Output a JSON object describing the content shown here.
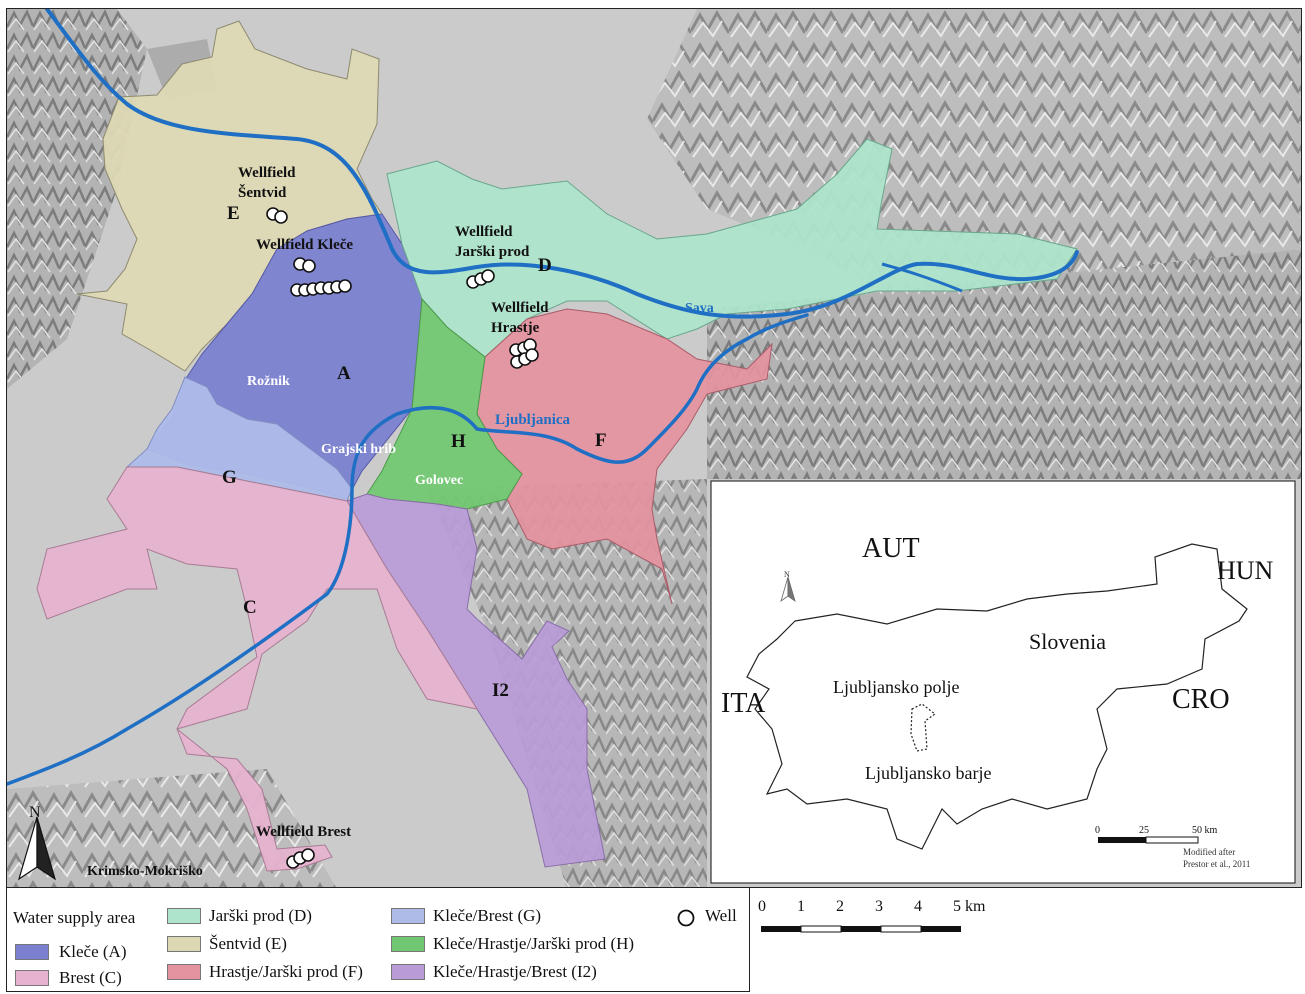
{
  "map": {
    "zone_letters": {
      "A": "A",
      "C": "C",
      "D": "D",
      "E": "E",
      "F": "F",
      "G": "G",
      "H": "H",
      "I2": "I2"
    },
    "wellfields": {
      "sentvid_line1": "Wellfield",
      "sentvid_line2": "Šentvid",
      "klece": "Wellfield Kleče",
      "jarski_line1": "Wellfield",
      "jarski_line2": "Jarški prod",
      "hrastje_line1": "Wellfield",
      "hrastje_line2": "Hrastje",
      "brest": "Wellfield Brest"
    },
    "places": {
      "roznik": "Rožnik",
      "grajski_hrib": "Grajski hrib",
      "golovec": "Golovec",
      "krimsko": "Krimsko-Mokriško"
    },
    "rivers": {
      "sava": "Sava",
      "ljubljanica": "Ljubljanica"
    },
    "north_label": "N",
    "colors": {
      "klece": "#7a7fd0",
      "brest": "#e6b2cf",
      "jarski": "#aee4cb",
      "sentvid": "#ddd8b4",
      "hrastje_jarski": "#e3929f",
      "klece_brest": "#aebbe9",
      "klece_hrastje_jarski": "#72c772",
      "klece_hrastje_brest": "#b99bd7",
      "river": "#1f6fc4"
    }
  },
  "inset": {
    "country": "Slovenia",
    "neighbors": {
      "aut": "AUT",
      "hun": "HUN",
      "ita": "ITA",
      "cro": "CRO"
    },
    "labels": {
      "polje": "Ljubljansko polje",
      "barje": "Ljubljansko barje"
    },
    "north_label": "N",
    "scale_ticks": [
      "0",
      "25",
      "50 km"
    ],
    "credit_line1": "Modified after",
    "credit_line2": "Prestor et al., 2011"
  },
  "legend": {
    "title": "Water supply area",
    "items": [
      {
        "label": "Kleče (A)"
      },
      {
        "label": "Brest (C)"
      },
      {
        "label": "Jarški prod (D)"
      },
      {
        "label": "Šentvid (E)"
      },
      {
        "label": "Hrastje/Jarški prod (F)"
      },
      {
        "label": "Kleče/Brest (G)"
      },
      {
        "label": "Kleče/Hrastje/Jarški prod (H)"
      },
      {
        "label": "Kleče/Hrastje/Brest (I2)"
      }
    ],
    "well_label": "Well"
  },
  "scalebar": {
    "ticks": [
      "0",
      "1",
      "2",
      "3",
      "4",
      "5 km"
    ]
  }
}
